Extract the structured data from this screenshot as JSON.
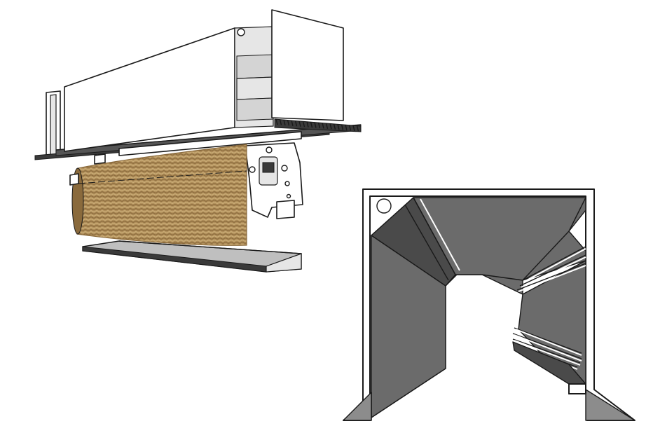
{
  "figure": {
    "panels": [
      {
        "id": "isometric-view",
        "content": "roller-shade-cassette-3d"
      },
      {
        "id": "section-view",
        "content": "cassette-profile-cross-section"
      }
    ]
  },
  "colors": {
    "background": "#ffffff",
    "profile_fill": "#6b6b6b",
    "profile_dark": "#4a4a4a",
    "profile_light": "#8c8c8c",
    "housing_white": "#ffffff",
    "housing_shade": "#e6e6e6",
    "housing_stroke": "#1a1a1a",
    "fabric": "#b08e5a",
    "fabric_dark": "#8a6a3c",
    "fabric_light": "#cdb07a",
    "rail_fill": "#bfbfbf",
    "dark_rail": "#3a3a3a"
  },
  "icons": [
    "bracket-screw-icon",
    "mounting-hole-icon"
  ]
}
